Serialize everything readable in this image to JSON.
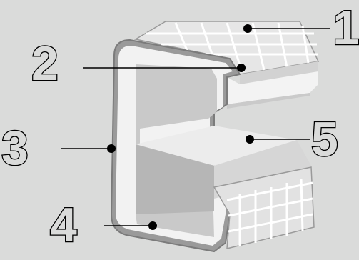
{
  "diagram": {
    "callouts": [
      {
        "number": "1"
      },
      {
        "number": "2"
      },
      {
        "number": "3"
      },
      {
        "number": "4"
      },
      {
        "number": "5"
      }
    ]
  },
  "colors": {
    "background": "#dadbda",
    "outer_shell": "#8f8f8f",
    "shell_light": "#b9b9b9",
    "inner_layer": "#f2f2f2",
    "core": "#cfcfcf",
    "core_dark": "#bdbdbd",
    "tile_face": "#e3e3e3",
    "tile_grid": "#ffffff",
    "leader_line": "#000000"
  }
}
